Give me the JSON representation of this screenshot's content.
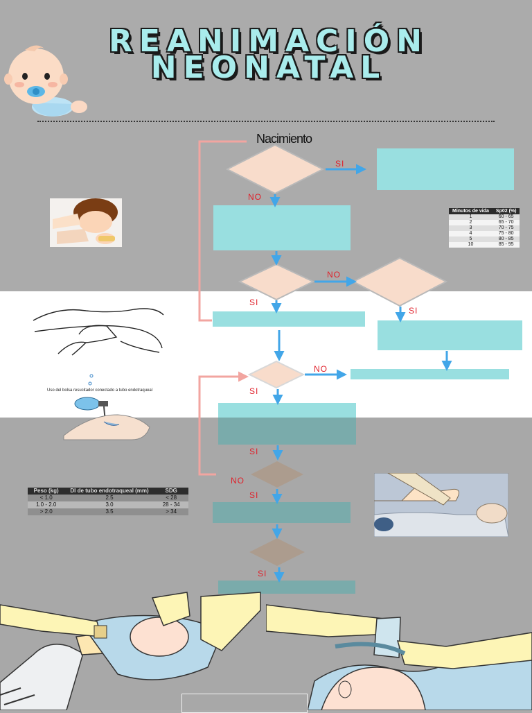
{
  "title": {
    "line1": "REANIMACIÓN",
    "line2": "NEONATAL"
  },
  "flowchart": {
    "start": "Nacimiento",
    "labels": {
      "si": "SI",
      "no": "NO"
    }
  },
  "spo2_table": {
    "headers": [
      "Minutos de vida",
      "Sp02 (%)"
    ],
    "rows": [
      [
        "1",
        "60 - 65"
      ],
      [
        "2",
        "65 - 70"
      ],
      [
        "3",
        "70 - 75"
      ],
      [
        "4",
        "75 - 80"
      ],
      [
        "5",
        "80 - 85"
      ],
      [
        "10",
        "85 - 95"
      ]
    ]
  },
  "tube_table": {
    "headers": [
      "Peso (kg)",
      "DI de tubo endotraqueal (mm)",
      "SDG"
    ],
    "rows": [
      [
        "< 1.0",
        "2.5",
        "< 28"
      ],
      [
        "1.0 - 2.0",
        "3.0",
        "28 - 34"
      ],
      [
        "> 2.0",
        "3.5",
        "> 34"
      ]
    ]
  },
  "bag_caption": "Uso del bolsa resucitador conectado a tubo endotraqueal",
  "colors": {
    "process_box": "#99dfe0",
    "process_box_dark": "#7aabab",
    "decision": "#f8dccb",
    "decision_dark": "#ac9c8e",
    "arrow": "#42a6e8",
    "loop_line": "#f2a5a0",
    "label_red": "#e0202a"
  }
}
